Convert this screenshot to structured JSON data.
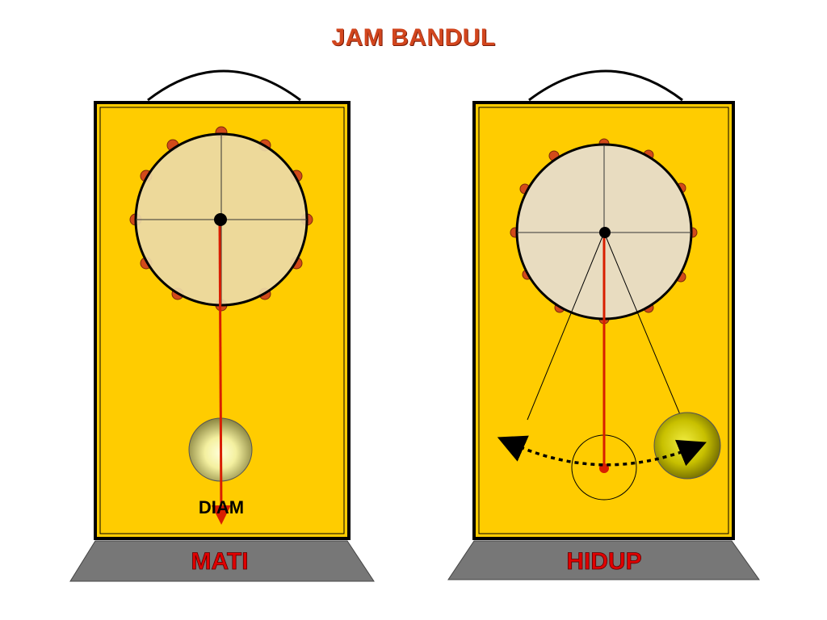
{
  "title": "JAM BANDUL",
  "left_clock": {
    "state_label": "DIAM",
    "base_label": "MATI"
  },
  "right_clock": {
    "base_label": "HIDUP"
  },
  "colors": {
    "title": "#d2461e",
    "case": "#ffcc00",
    "case_border": "#000000",
    "dial_left": "#ecd9a6",
    "dial_right": "#e8dcc0",
    "hour_dot": "#d24a1a",
    "pendulum_rod": "#d81e00",
    "bob_left": "#f4f0a0",
    "bob_right": "#c8c000",
    "base": "#777777",
    "base_label": "#e00000"
  }
}
